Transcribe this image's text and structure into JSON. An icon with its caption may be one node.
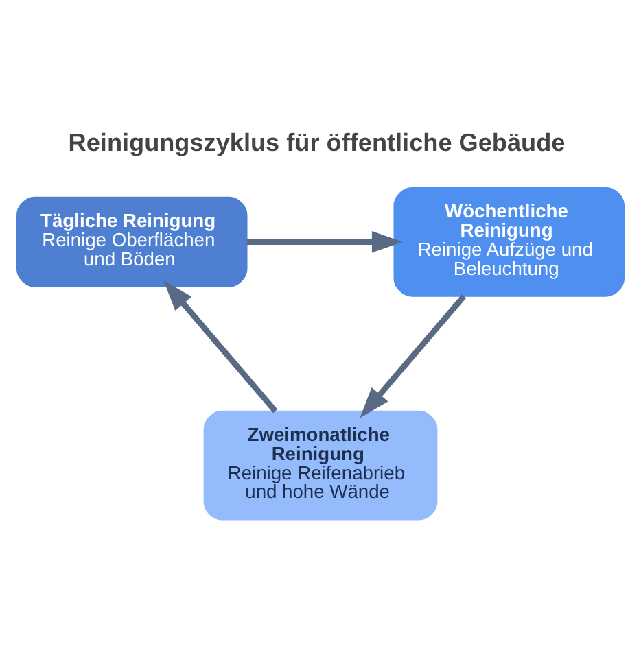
{
  "diagram": {
    "title": "Reinigungszyklus für öffentliche Gebäude",
    "nodes": [
      {
        "text": [
          "Tägliche Reinigung",
          "Reinige Oberflächen und Böden"
        ]
      },
      {
        "text": [
          "Wöchentliche Reinigung",
          "Reinige Aufzüge und Beleuchtung"
        ]
      },
      {
        "text": [
          "Zweimonatliche Reinigung",
          "Reinige Reifenabrieb und hohe Wände"
        ]
      }
    ],
    "edges": [
      {
        "from": 0,
        "to": 1,
        "arrow": "to"
      },
      {
        "from": 1,
        "to": 2,
        "arrow": "to"
      },
      {
        "from": 2,
        "to": 0,
        "arrow": "to"
      }
    ]
  }
}
